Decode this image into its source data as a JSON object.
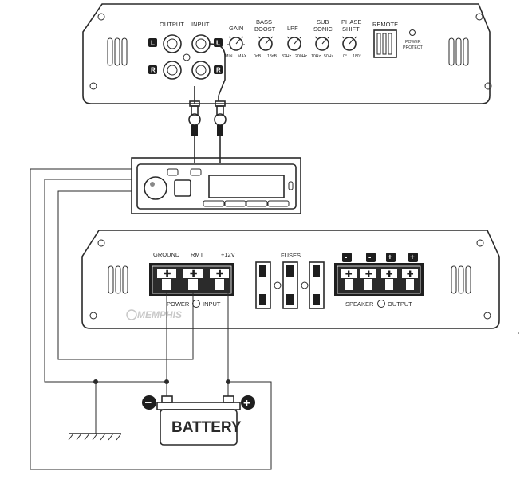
{
  "head_unit_amp": {
    "labels": {
      "output": "OUTPUT",
      "input": "INPUT",
      "gain": "GAIN",
      "bass_boost_1": "BASS",
      "bass_boost_2": "BOOST",
      "lpf": "LPF",
      "sub_sonic_1": "SUB",
      "sub_sonic_2": "SONIC",
      "phase_shift_1": "PHASE",
      "phase_shift_2": "SHIFT",
      "remote": "REMOTE",
      "power_protect_1": "POWER",
      "power_protect_2": "PROTECT"
    },
    "knob_ranges": {
      "gain_min": "MIN",
      "gain_max": "MAX",
      "bass_min": "0dB",
      "bass_max": "18dB",
      "lpf_min": "32Hz",
      "lpf_max": "200Hz",
      "sub_min": "10Hz",
      "sub_max": "50Hz",
      "phase_min": "0°",
      "phase_max": "180°"
    },
    "channel_letters": {
      "left": "L",
      "right": "R"
    }
  },
  "main_amp": {
    "labels": {
      "ground": "GROUND",
      "rmt": "RMT",
      "plus12v": "+12V",
      "fuses": "FUSES",
      "power": "POWER",
      "input": "INPUT",
      "speaker": "SPEAKER",
      "output": "OUTPUT"
    },
    "speaker_polarity": [
      "-",
      "-",
      "+",
      "+"
    ],
    "logo_text": "MEMPHIS"
  },
  "battery": {
    "label": "BATTERY",
    "neg_symbol": "−",
    "pos_symbol": "+"
  },
  "colors": {
    "line": "#2a2a2a",
    "fill_light": "#ffffff",
    "terminal_fill": "#1e1e1e",
    "display_fill": "#d9d9d9",
    "logo": "#c8c8c8"
  }
}
